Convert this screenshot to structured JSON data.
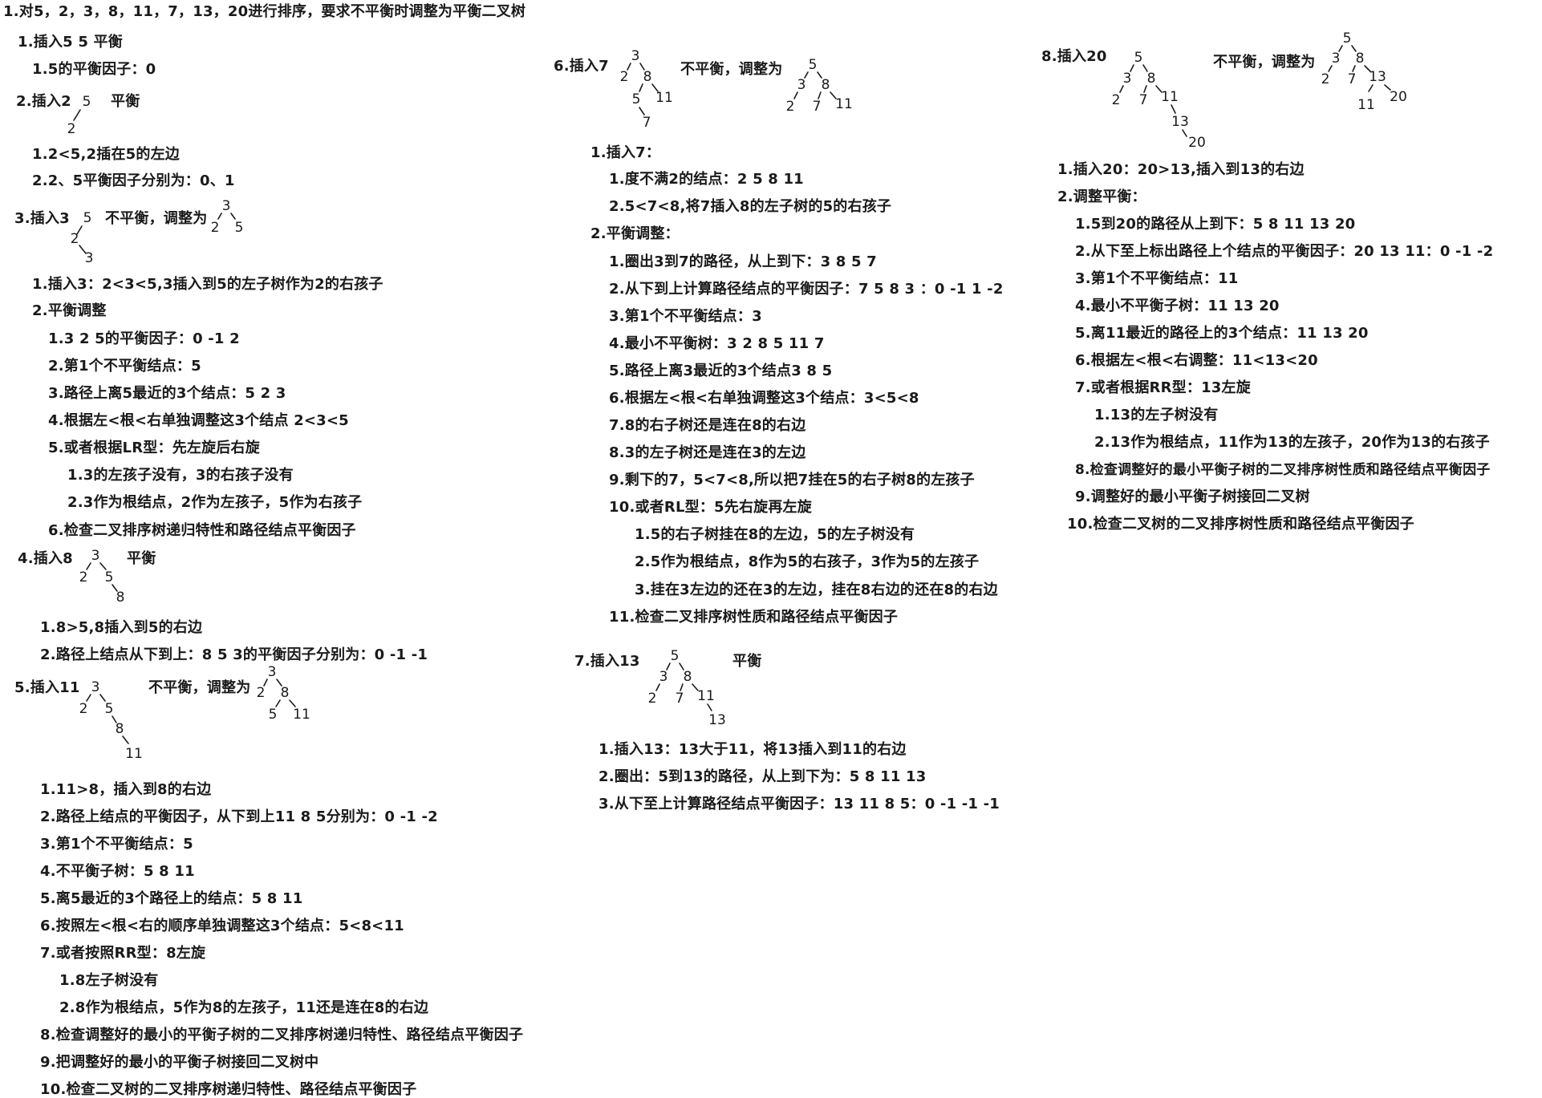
{
  "title": "1.对5，2，3，8，11，7，13，20进行排序，要求不平衡时调整为平衡二叉树",
  "c1": {
    "s1": {
      "head": "1.插入5 5 平衡",
      "l1": "1.5的平衡因子：0"
    },
    "s2": {
      "head": "2.插入2",
      "status": "平衡",
      "l1": "1.2<5,2插在5的左边",
      "l2": "2.2、5平衡因子分别为：0、1"
    },
    "s3": {
      "head": "3.插入3",
      "status": "不平衡，调整为",
      "l1": "1.插入3：2<3<5,3插入到5的左子树作为2的右孩子",
      "l2": "2.平衡调整",
      "l3": "1.3 2 5的平衡因子：0 -1 2",
      "l4": "2.第1个不平衡结点：5",
      "l5": "3.路径上离5最近的3个结点：5 2 3",
      "l6": "4.根据左<根<右单独调整这3个结点 2<3<5",
      "l7": "5.或者根据LR型：先左旋后右旋",
      "l8": "1.3的左孩子没有，3的右孩子没有",
      "l9": "2.3作为根结点，2作为左孩子，5作为右孩子",
      "l10": "6.检查二叉排序树递归特性和路径结点平衡因子"
    },
    "s4": {
      "head": "4.插入8",
      "status": "平衡",
      "l1": "1.8>5,8插入到5的右边",
      "l2": "2.路径上结点从下到上：8 5 3的平衡因子分别为：0 -1 -1"
    },
    "s5": {
      "head": "5.插入11",
      "status": "不平衡，调整为",
      "l1": "1.11>8，插入到8的右边",
      "l2": "2.路径上结点的平衡因子，从下到上11 8 5分别为：0 -1 -2",
      "l3": "3.第1个不平衡结点：5",
      "l4": "4.不平衡子树：5 8 11",
      "l5": "5.离5最近的3个路径上的结点：5 8 11",
      "l6": "6.按照左<根<右的顺序单独调整这3个结点：5<8<11",
      "l7": "7.或者按照RR型：8左旋",
      "l8": "1.8左子树没有",
      "l9": "2.8作为根结点，5作为8的左孩子，11还是连在8的右边",
      "l10": "8.检查调整好的最小的平衡子树的二叉排序树递归特性、路径结点平衡因子",
      "l11": "9.把调整好的最小的平衡子树接回二叉树中",
      "l12": "10.检查二叉树的二叉排序树递归特性、路径结点平衡因子"
    }
  },
  "c2": {
    "s6": {
      "head": "6.插入7",
      "status": "不平衡，调整为",
      "l1": "1.插入7：",
      "l2": "1.度不满2的结点：2 5 8 11",
      "l3": "2.5<7<8,将7插入8的左子树的5的右孩子",
      "l4": "2.平衡调整：",
      "l5": "1.圈出3到7的路径，从上到下：3 8 5 7",
      "l6": "2.从下到上计算路径结点的平衡因子：7 5 8 3 ：0 -1 1 -2",
      "l7": "3.第1个不平衡结点：3",
      "l8": "4.最小不平衡树：3 2 8 5 11 7",
      "l9": "5.路径上离3最近的3个结点3 8 5",
      "l10": "6.根据左<根<右单独调整这3个结点：3<5<8",
      "l11": "7.8的右子树还是连在8的右边",
      "l12": "8.3的左子树还是连在3的左边",
      "l13": "9.剩下的7，5<7<8,所以把7挂在5的右子树8的左孩子",
      "l14": "10.或者RL型：5先右旋再左旋",
      "l15": "1.5的右子树挂在8的左边，5的左子树没有",
      "l16": "2.5作为根结点，8作为5的右孩子，3作为5的左孩子",
      "l17": "3.挂在3左边的还在3的左边，挂在8右边的还在8的右边",
      "l18": "11.检查二叉排序树性质和路径结点平衡因子"
    },
    "s7": {
      "head": "7.插入13",
      "status": "平衡",
      "l1": "1.插入13：13大于11，将13插入到11的右边",
      "l2": "2.圈出：5到13的路径，从上到下为：5 8 11 13",
      "l3": "3.从下至上计算路径结点平衡因子：13 11 8 5：0 -1 -1 -1"
    }
  },
  "c3": {
    "s8": {
      "head": "8.插入20",
      "status": "不平衡，调整为",
      "l1": "1.插入20：20>13,插入到13的右边",
      "l2": "2.调整平衡：",
      "l3": "1.5到20的路径从上到下：5 8 11 13 20",
      "l4": "2.从下至上标出路径上个结点的平衡因子：20 13 11：0 -1 -2",
      "l5": "3.第1个不平衡结点：11",
      "l6": "4.最小不平衡子树：11 13 20",
      "l7": "5.离11最近的路径上的3个结点：11 13 20",
      "l8": "6.根据左<根<右调整：11<13<20",
      "l9": "7.或者根据RR型：13左旋",
      "l10": "1.13的左子树没有",
      "l11": "2.13作为根结点，11作为13的左孩子，20作为13的右孩子",
      "l12": "8.检查调整好的最小平衡子树的二叉排序树性质和路径结点平衡因子",
      "l13": "9.调整好的最小平衡子树接回二叉树",
      "l14": "10.检查二叉树的二叉排序树性质和路径结点平衡因子"
    }
  },
  "nodes": {
    "n2": "2",
    "n3": "3",
    "n5": "5",
    "n7": "7",
    "n8": "8",
    "n11": "11",
    "n13": "13",
    "n20": "20"
  }
}
